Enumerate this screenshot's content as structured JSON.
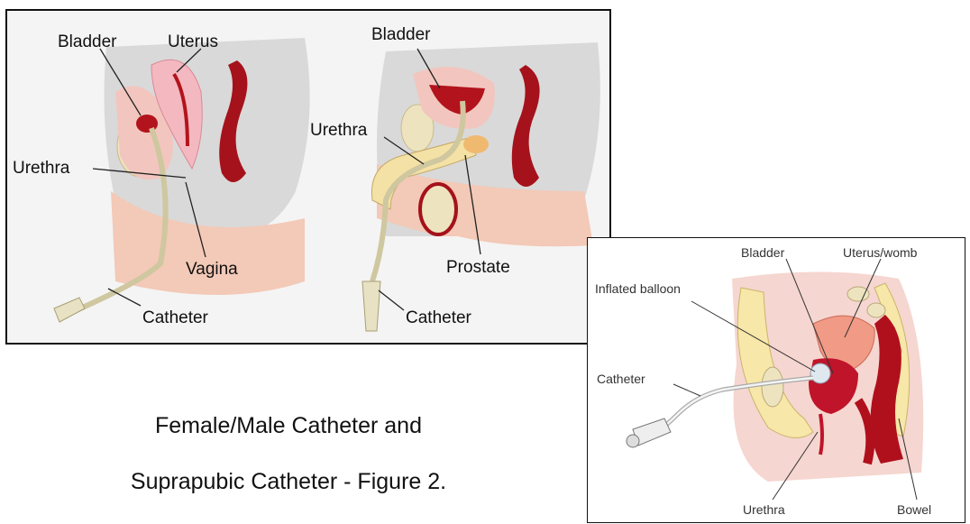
{
  "figure_left": {
    "labels": {
      "bladder_female": "Bladder",
      "uterus": "Uterus",
      "urethra_female": "Urethra",
      "vagina": "Vagina",
      "catheter_female": "Catheter",
      "bladder_male": "Bladder",
      "urethra_male": "Urethra",
      "prostate": "Prostate",
      "catheter_male": "Catheter"
    }
  },
  "figure_right": {
    "labels": {
      "bladder": "Bladder",
      "uterus_womb": "Uterus/womb",
      "inflated_balloon": "Inflated balloon",
      "catheter": "Catheter",
      "urethra": "Urethra",
      "bowel": "Bowel"
    }
  },
  "caption": {
    "line1": "Female/Male Catheter and",
    "line2": "Suprapubic Catheter - Figure 2."
  },
  "colors": {
    "tissue_pink": "#f2c6be",
    "bladder_red": "#b3131c",
    "bowel_red": "#a5121b",
    "bone_cream": "#ede4bf",
    "catheter_tube": "#e8e1c4"
  }
}
